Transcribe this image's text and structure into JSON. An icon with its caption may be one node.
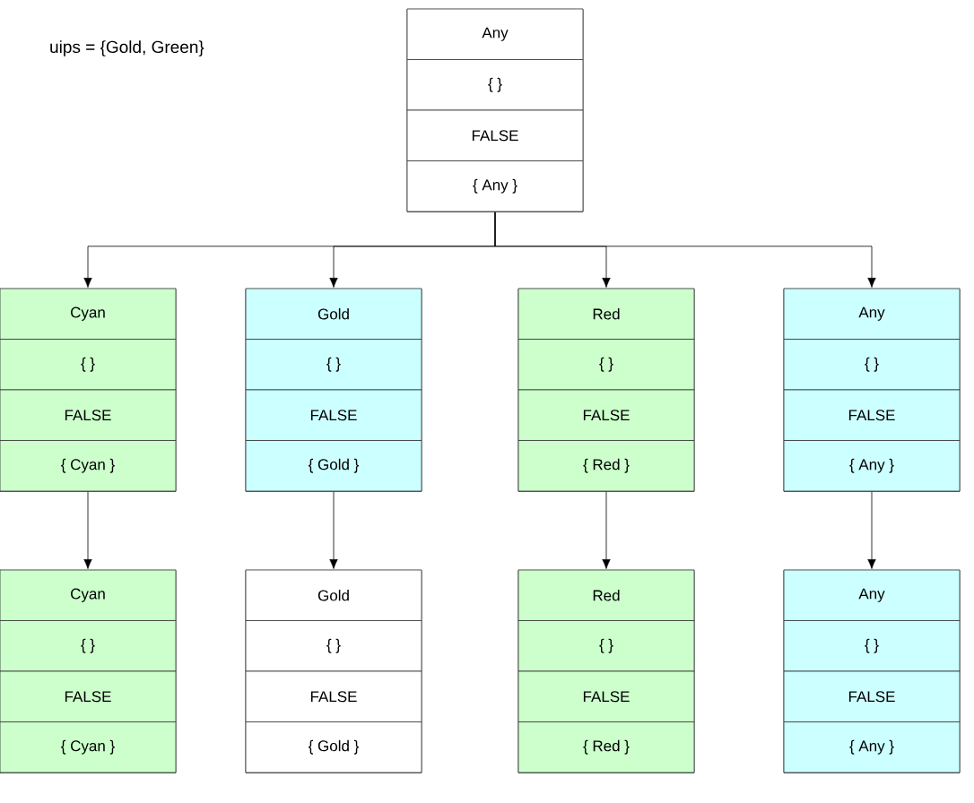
{
  "diagram": {
    "nodes": [
      {
        "text": [
          "Any",
          "{ }",
          "FALSE",
          "{ Any }"
        ]
      },
      {
        "text": [
          "Cyan",
          "{ }",
          "FALSE",
          "{ Cyan }"
        ]
      },
      {
        "text": [
          "Gold",
          "{ }",
          "FALSE",
          "{ Gold }"
        ]
      },
      {
        "text": [
          "Red",
          "{ }",
          "FALSE",
          "{ Red }"
        ]
      },
      {
        "text": [
          "Any",
          "{ }",
          "FALSE",
          "{ Any }"
        ]
      },
      {
        "text": [
          "Cyan",
          "{ }",
          "FALSE",
          "{ Cyan }"
        ]
      },
      {
        "text": [
          "Gold",
          "{ }",
          "FALSE",
          "{ Gold }"
        ]
      },
      {
        "text": [
          "Red",
          "{ }",
          "FALSE",
          "{ Red }"
        ]
      },
      {
        "text": [
          "Any",
          "{ }",
          "FALSE",
          "{ Any }"
        ]
      }
    ],
    "edges": [
      {
        "from": 0,
        "to": 1,
        "arrow": "to"
      },
      {
        "from": 0,
        "to": 2,
        "arrow": "to"
      },
      {
        "from": 0,
        "to": 3,
        "arrow": "to"
      },
      {
        "from": 0,
        "to": 4,
        "arrow": "to"
      },
      {
        "from": 1,
        "to": 5,
        "arrow": "to"
      },
      {
        "from": 2,
        "to": 6,
        "arrow": "to"
      },
      {
        "from": 3,
        "to": 7,
        "arrow": "to"
      },
      {
        "from": 4,
        "to": 8,
        "arrow": "to"
      }
    ],
    "labels": [
      "uips = {Gold, Green}"
    ]
  }
}
